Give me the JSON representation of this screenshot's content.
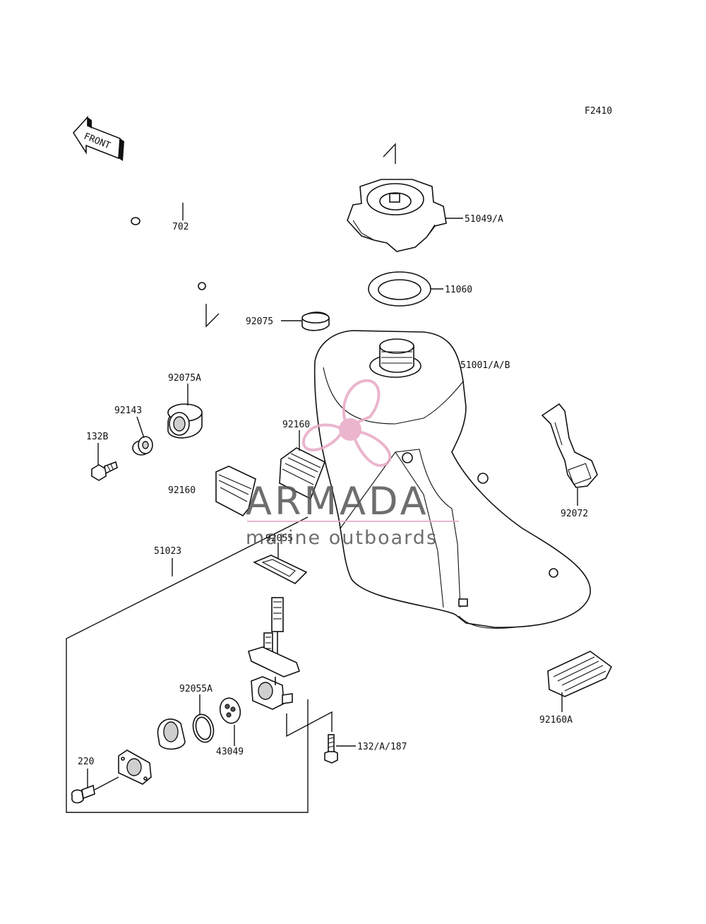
{
  "figure_code": "F2410",
  "front_arrow_text": "FRONT",
  "labels": {
    "p702": "702",
    "p51049A": "51049/A",
    "p11060": "11060",
    "p92075": "92075",
    "p51001AB": "51001/A/B",
    "p92075A": "92075A",
    "p92143": "92143",
    "p132B": "132B",
    "p92160_upper": "92160",
    "p92160_lower": "92160",
    "p92072": "92072",
    "p51023": "51023",
    "p92055": "92055",
    "p92055A": "92055A",
    "p43049": "43049",
    "p220": "220",
    "p132A187": "132/A/187",
    "p92160A": "92160A"
  },
  "watermark": {
    "brand": "ARMADA",
    "tagline": "marine outboards",
    "logo_color": "#e8a9c6"
  }
}
